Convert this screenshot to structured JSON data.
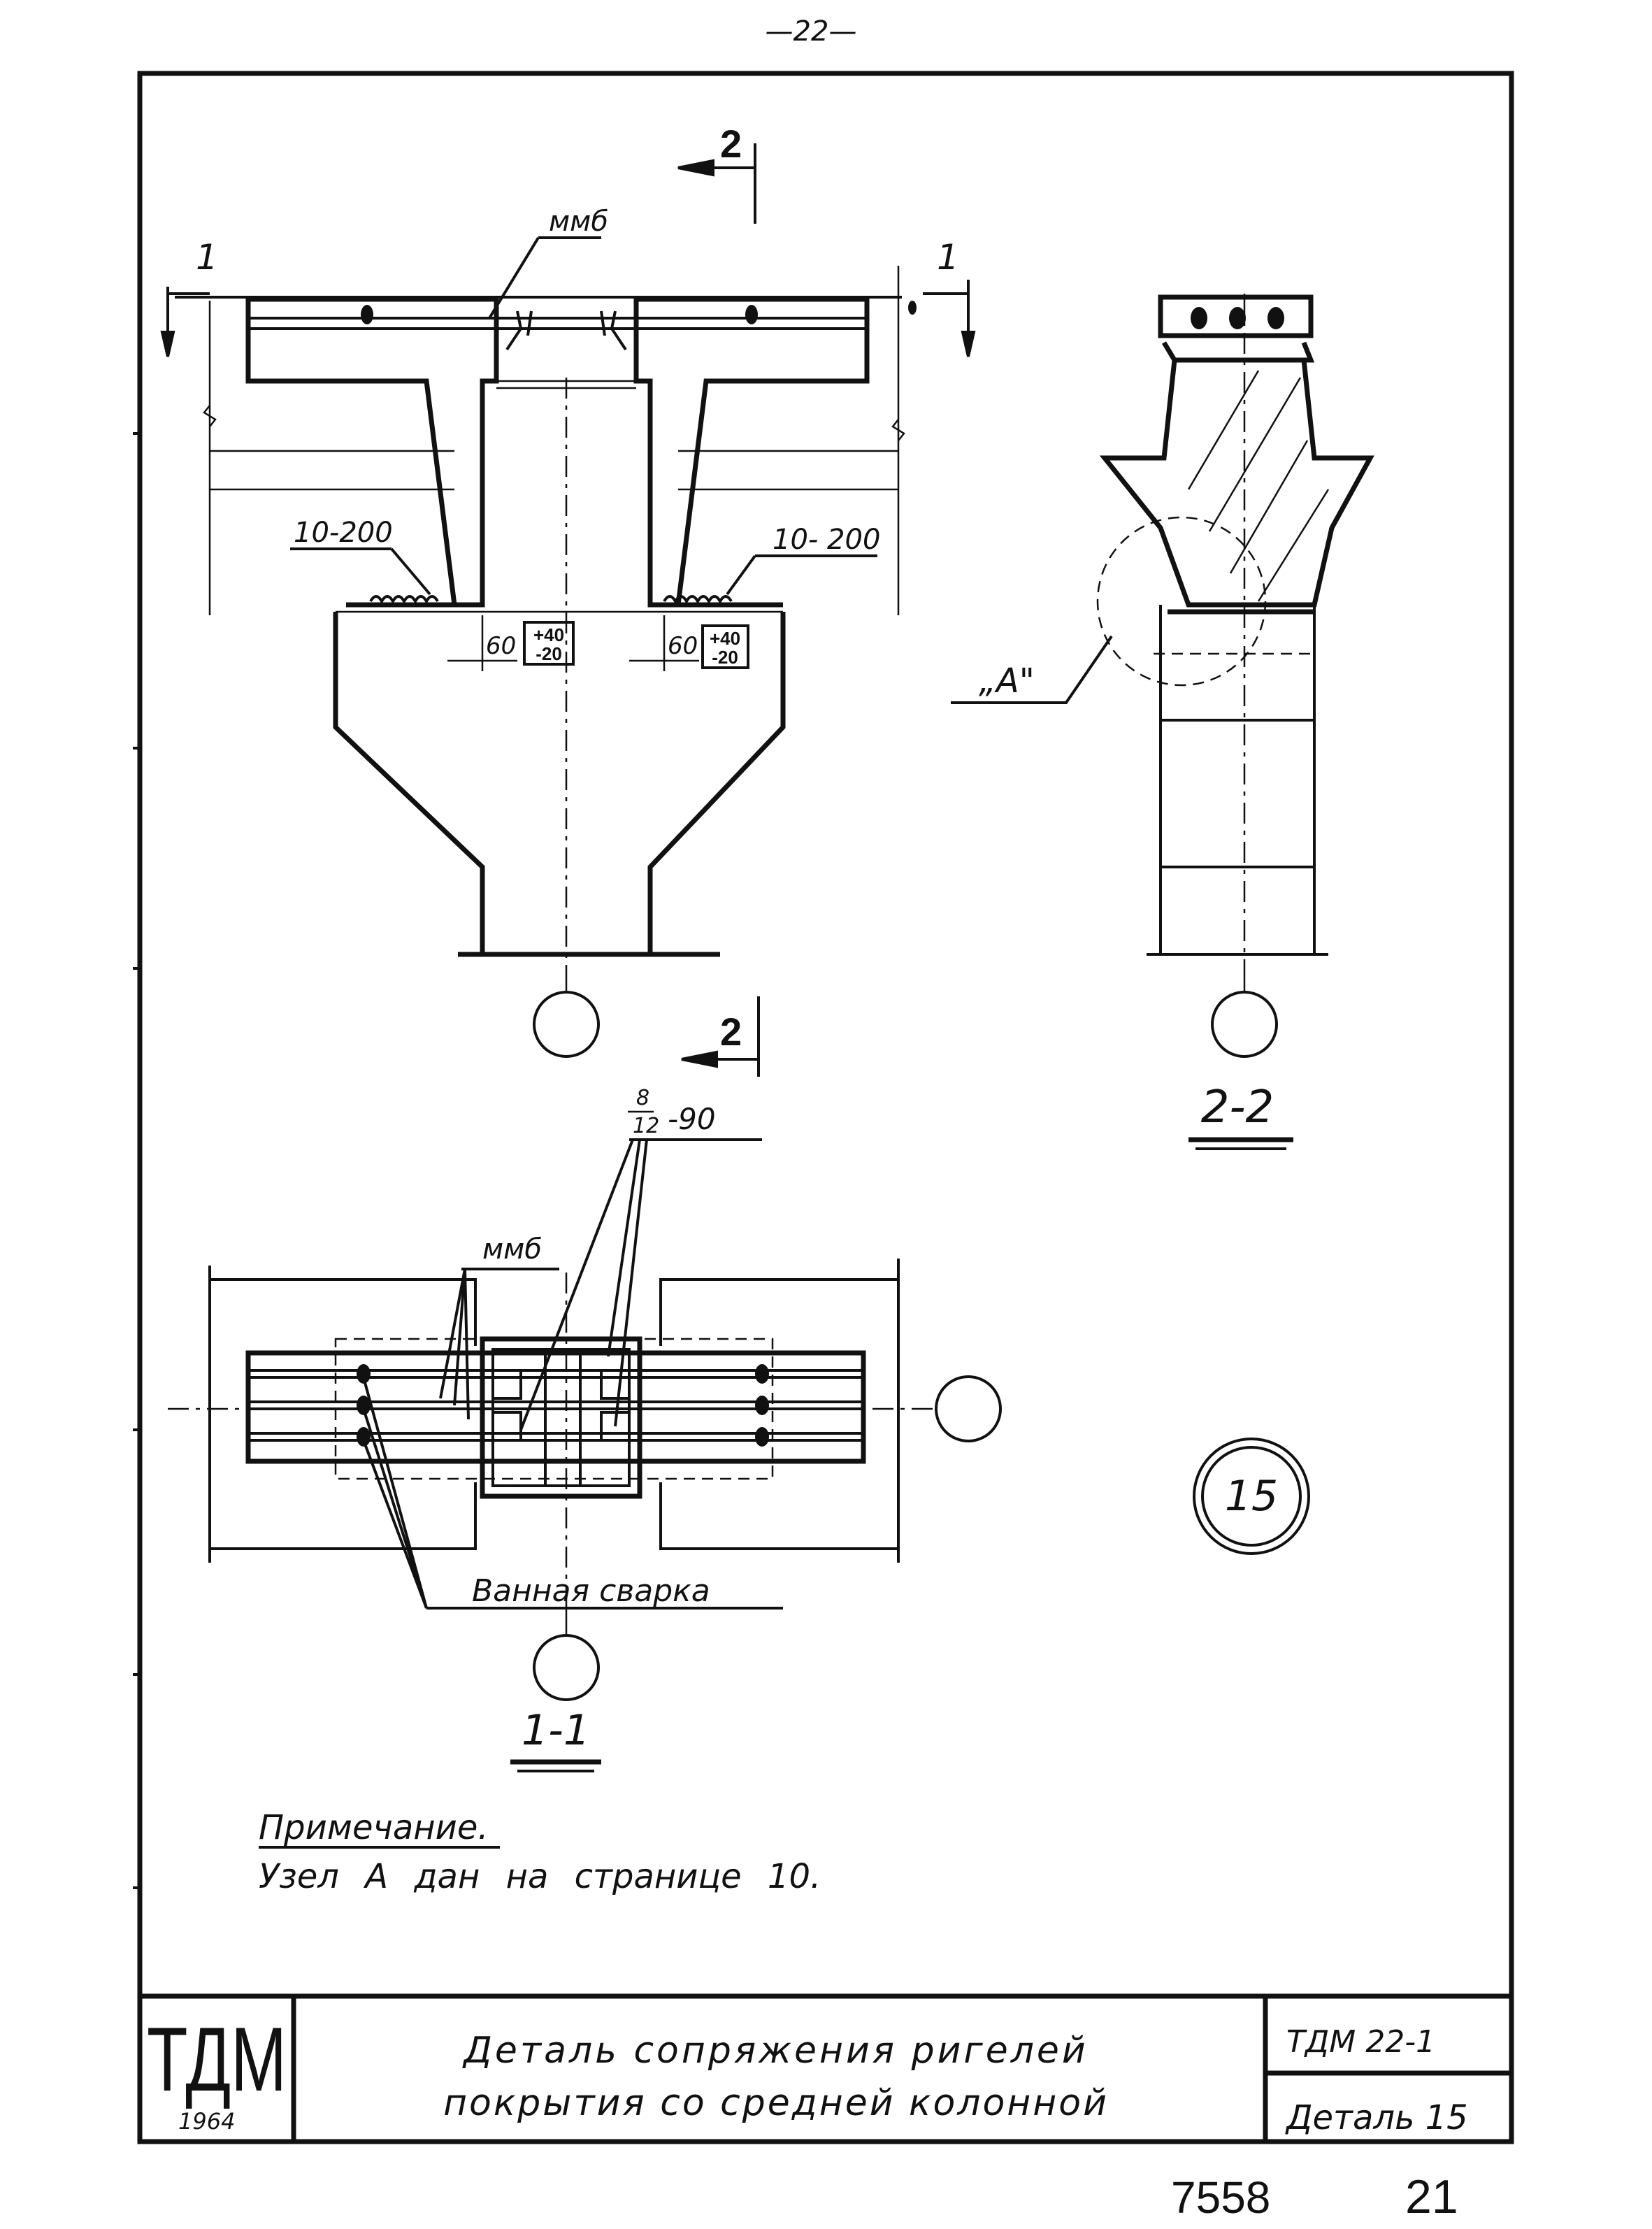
{
  "page_number": "—22—",
  "labels": {
    "mmb_top": "ммб",
    "mmb_plan": "ммб",
    "rebar_left": "10-200",
    "rebar_right": "10- 200",
    "dim_60_left": "60",
    "dim_60_right": "60",
    "tol_left_top": "+40",
    "tol_left_bottom": "-20",
    "tol_right_top": "+40",
    "tol_right_bottom": "-20",
    "node_a": "„А\"",
    "weld_frac_num": "8",
    "weld_frac_den": "12",
    "weld_spacing": "-90",
    "weld_label": "Ванная сварка",
    "detail_marker": "15"
  },
  "section_marks": {
    "cut1_left": "1",
    "cut1_right": "1",
    "cut2_top": "2",
    "cut2_bottom": "2"
  },
  "view_titles": {
    "section_2_2": "2-2",
    "section_1_1": "1-1"
  },
  "note": {
    "title": "Примечание.",
    "text": "Узел А дан на странице 10."
  },
  "title_block": {
    "org": "ТДМ",
    "year": "1964",
    "title_line1": "Деталь сопряжения ригелей",
    "title_line2": "покрытия со средней колонной",
    "doc_code": "ТДМ 22-1",
    "sheet_name": "Деталь 15"
  },
  "footer": {
    "number": "7558",
    "page": "21"
  }
}
